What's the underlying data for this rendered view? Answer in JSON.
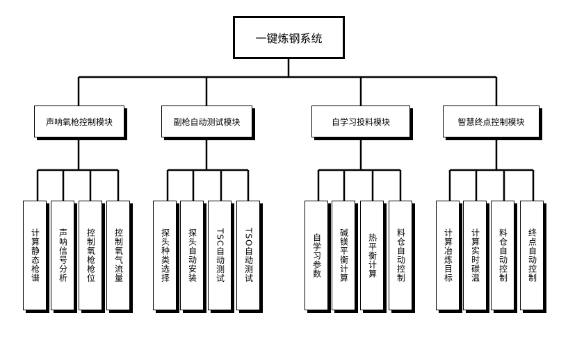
{
  "root": {
    "label": "一键炼钢系统"
  },
  "modules": [
    {
      "label": "声呐氧枪控制模块",
      "items": [
        "计算静态枪谱",
        "声呐信号分析",
        "控制氧枪枪位",
        "控制氧气流量"
      ]
    },
    {
      "label": "副枪自动测试模块",
      "items": [
        "探头种类选择",
        "探头自动安装",
        "TSC自动测试",
        "TSO自动测试"
      ]
    },
    {
      "label": "自学习投料模块",
      "items": [
        "自学习参数",
        "碱镁平衡计算",
        "热平衡计算",
        "料仓自动控制"
      ]
    },
    {
      "label": "智慧终点控制模块",
      "items": [
        "计算冶炼目标",
        "计算实时碳温",
        "料仓自动控制",
        "终点自动控制"
      ]
    }
  ]
}
